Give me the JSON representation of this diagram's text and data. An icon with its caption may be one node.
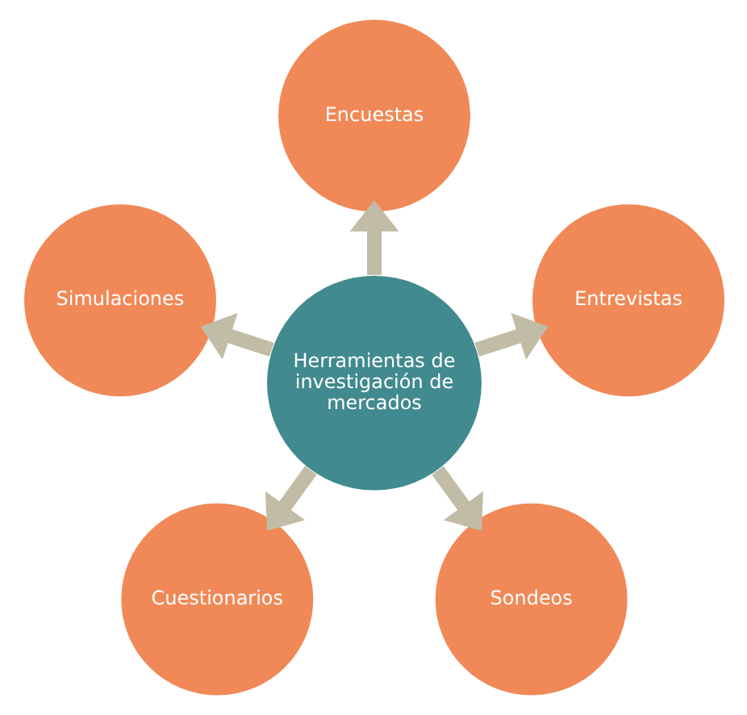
{
  "diagram": {
    "nodes": [
      {
        "text": [
          "Herramientas de investigación de mercados"
        ]
      },
      {
        "text": [
          "Encuestas"
        ]
      },
      {
        "text": [
          "Entrevistas"
        ]
      },
      {
        "text": [
          "Sondeos"
        ]
      },
      {
        "text": [
          "Cuestionarios"
        ]
      },
      {
        "text": [
          "Simulaciones"
        ]
      }
    ],
    "edges": [
      {
        "from": 0,
        "to": 1,
        "arrow": "to"
      },
      {
        "from": 0,
        "to": 5,
        "arrow": "to"
      },
      {
        "from": 0,
        "to": 4,
        "arrow": "to"
      },
      {
        "from": 0,
        "to": 3,
        "arrow": "to"
      },
      {
        "from": 0,
        "to": 2,
        "arrow": "to"
      }
    ]
  }
}
